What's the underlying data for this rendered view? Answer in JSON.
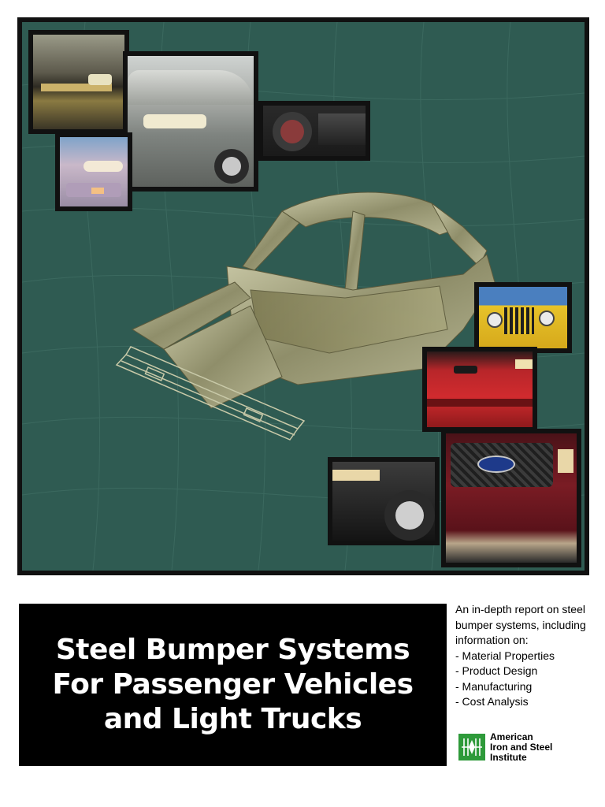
{
  "cover": {
    "title_lines": [
      "Steel Bumper Systems",
      "For Passenger Vehicles",
      "and Light Trucks"
    ],
    "description": {
      "intro": "An in-depth report on steel bumper systems, including information on:",
      "topics": [
        "- Material Properties",
        "- Product Design",
        "- Manufacturing",
        "- Cost Analysis"
      ]
    },
    "publisher": {
      "lines": [
        "American",
        "Iron and Steel",
        "Institute"
      ]
    }
  },
  "colors": {
    "background_panel": "#2f5b52",
    "frame": "#111111",
    "title_block": "#000000",
    "logo_green": "#2e9a3a"
  },
  "images": [
    "pickup-truck-front-photo",
    "silver-sedan-front-photo",
    "red-car-wheel-photo",
    "minivan-headlight-photo",
    "steel-car-body-frame-illustration",
    "yellow-jeep-grille-photo",
    "red-sports-car-front-photo",
    "dark-suv-wheel-photo",
    "red-pickup-grille-photo"
  ]
}
